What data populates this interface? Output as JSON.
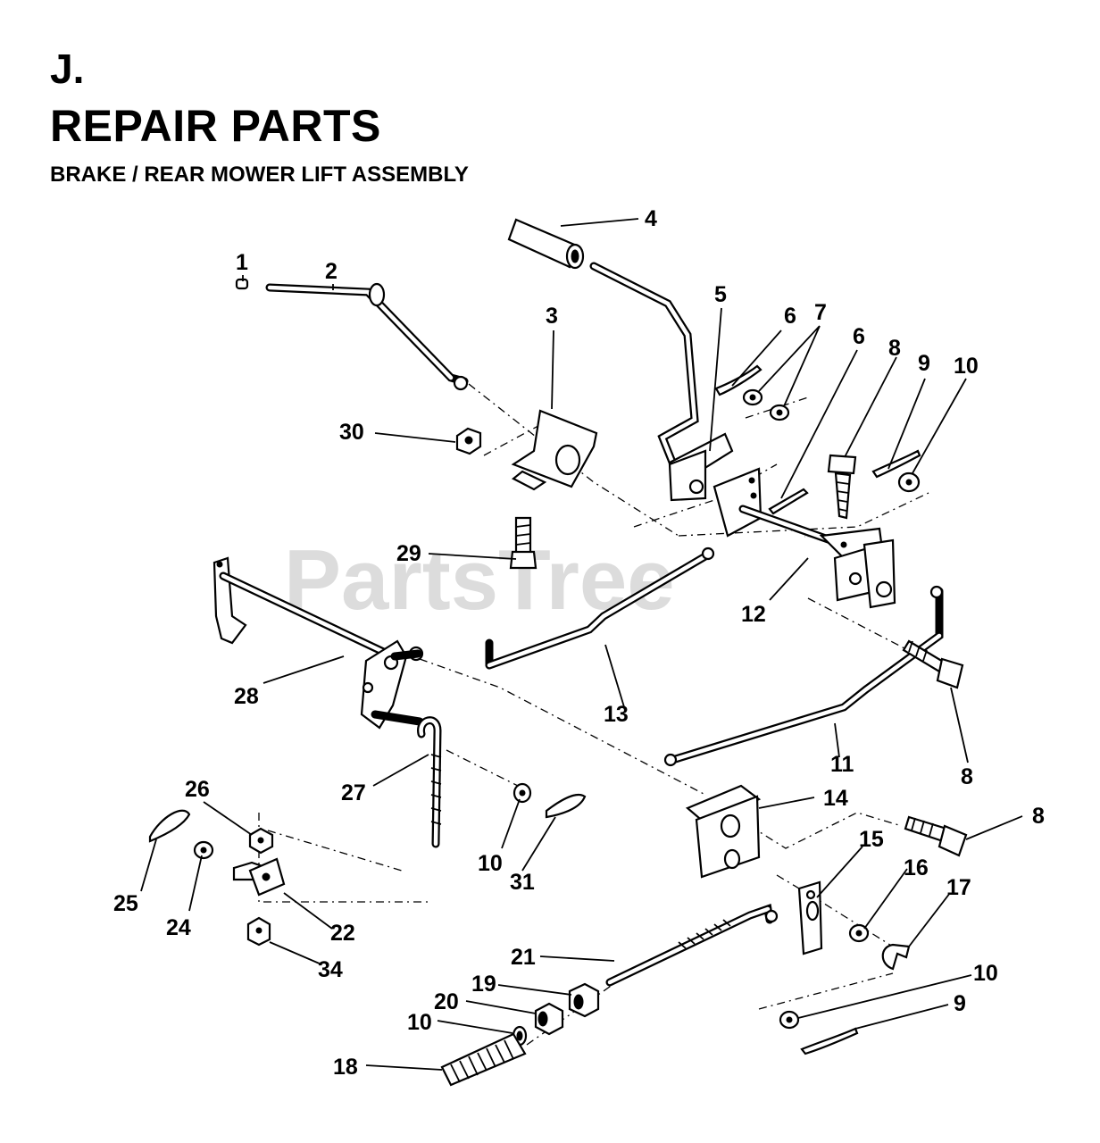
{
  "header": {
    "section_letter": "J.",
    "title": "REPAIR PARTS",
    "subtitle": "BRAKE / REAR MOWER LIFT ASSEMBLY"
  },
  "watermark": {
    "text": "PartsTree",
    "trademark": "™"
  },
  "callouts": {
    "p1": "1",
    "p2": "2",
    "p3": "3",
    "p4": "4",
    "p5": "5",
    "p6a": "6",
    "p6b": "6",
    "p7": "7",
    "p8a": "8",
    "p8b": "8",
    "p8c": "8",
    "p9a": "9",
    "p9b": "9",
    "p10a": "10",
    "p10b": "10",
    "p10c": "10",
    "p10d": "10",
    "p11": "11",
    "p12": "12",
    "p13": "13",
    "p14": "14",
    "p15": "15",
    "p16": "16",
    "p17": "17",
    "p18": "18",
    "p19": "19",
    "p20": "20",
    "p21": "21",
    "p22": "22",
    "p24": "24",
    "p25": "25",
    "p26": "26",
    "p27": "27",
    "p28": "28",
    "p29": "29",
    "p30": "30",
    "p31": "31",
    "p34": "34"
  }
}
